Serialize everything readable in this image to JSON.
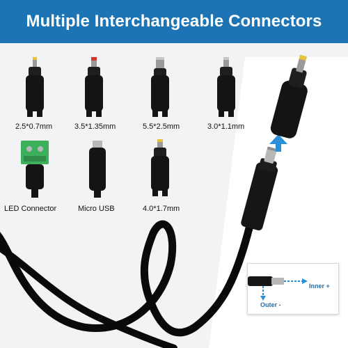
{
  "banner": {
    "title": "Multiple Interchangeable Connectors"
  },
  "connectors": [
    {
      "label": "2.5*0.7mm",
      "icon": "connector-tip-icon"
    },
    {
      "label": "3.5*1.35mm",
      "icon": "connector-tip-icon"
    },
    {
      "label": "5.5*2.5mm",
      "icon": "connector-tip-icon"
    },
    {
      "label": "3.0*1.1mm",
      "icon": "connector-tip-icon"
    },
    {
      "label": "LED Connector",
      "icon": "led-terminal-connector-icon"
    },
    {
      "label": "Micro USB",
      "icon": "micro-usb-connector-icon"
    },
    {
      "label": "4.0*1.7mm",
      "icon": "connector-tip-icon"
    }
  ],
  "polarity": {
    "inner": "Inner +",
    "outer": "Outer -"
  },
  "colors": {
    "banner": "#1c74b4",
    "accent": "#2a8fd6",
    "panel": "#f2f3f5",
    "tip_gold": "#e2c33a",
    "tip_red": "#d0352b",
    "connector": "#141414",
    "led_green": "#3cb05a"
  }
}
